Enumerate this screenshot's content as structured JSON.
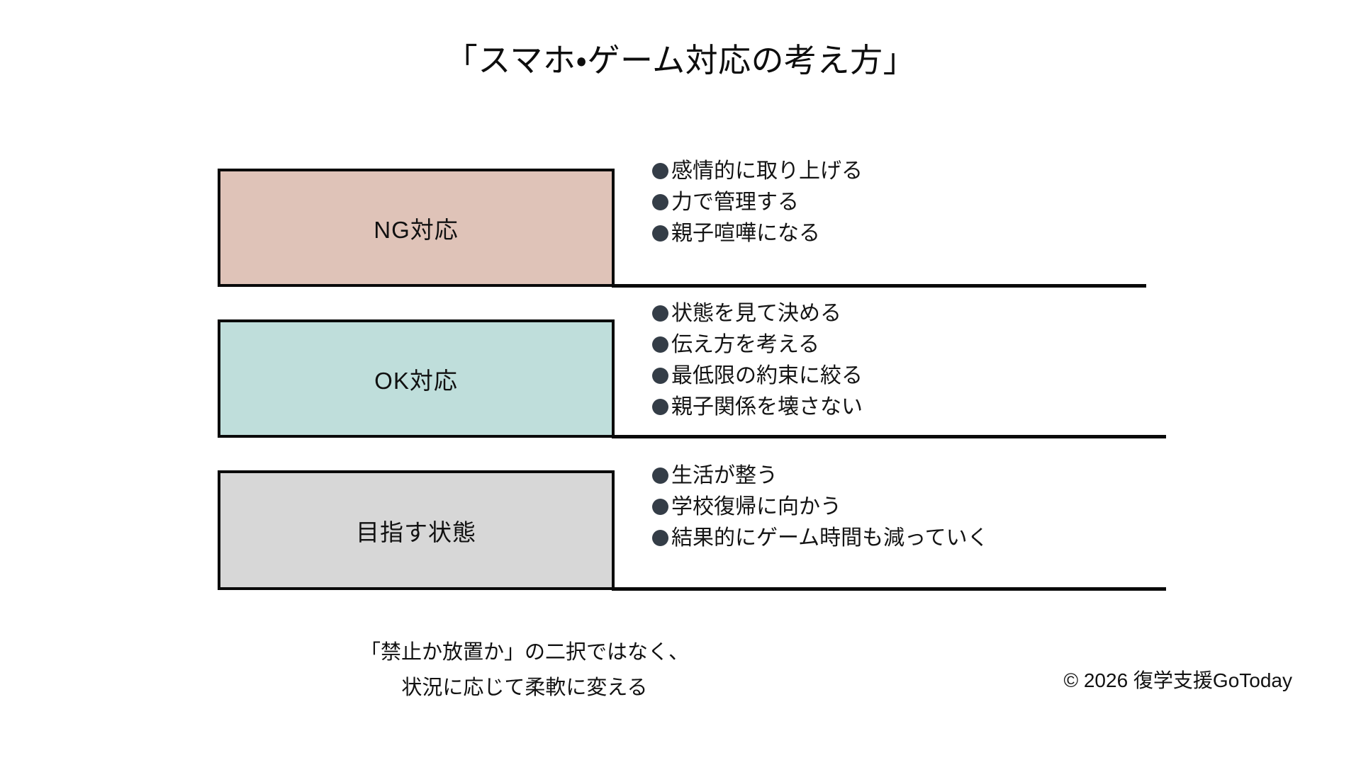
{
  "slide": {
    "background_color": "#FFFFFF",
    "title": "「スマホ・ゲーム対応の考え方」",
    "sections": [
      {
        "key": "ng",
        "label": "NG対応",
        "fill_color": "#DFC3B8",
        "border_color": "#0A0A0A",
        "bullet_marker": "●",
        "bullet_color": "#343D47",
        "bullets": [
          "感情的に取り上げる",
          "力で管理する",
          "親子喧嘩になる"
        ]
      },
      {
        "key": "ok",
        "label": "OK対応",
        "fill_color": "#BFDEDB",
        "border_color": "#0A0A0A",
        "bullet_marker": "●",
        "bullet_color": "#343D47",
        "bullets": [
          "状態を見て決める",
          "伝え方を考える",
          "最低限の約束に絞る",
          "親子関係を壊さない"
        ]
      },
      {
        "key": "goal",
        "label": "目指す状態",
        "fill_color": "#D7D7D7",
        "border_color": "#0A0A0A",
        "bullet_marker": "●",
        "bullet_color": "#343D47",
        "bullets": [
          "生活が整う",
          "学校復帰に向かう",
          "結果的にゲーム時間も減っていく"
        ]
      }
    ],
    "footer": {
      "note_line1": "「禁止か放置か」の二択ではなく、",
      "note_line2": "状況に応じて柔軟に変える",
      "copyright": "© 2026 復学支援GoToday"
    }
  }
}
